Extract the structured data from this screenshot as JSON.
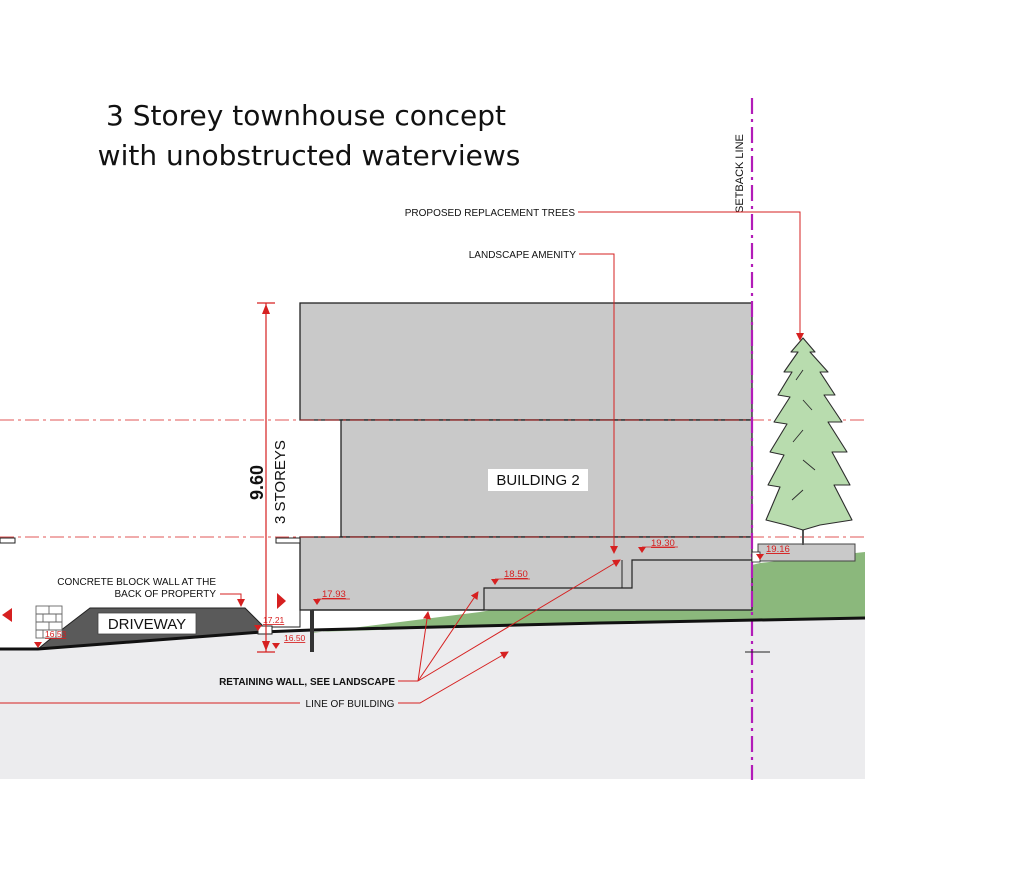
{
  "title": {
    "line1": "3 Storey townhouse concept",
    "line2": "with unobstructed waterviews"
  },
  "labels": {
    "setback_line": "SETBACK LINE",
    "proposed_trees": "PROPOSED REPLACEMENT TREES",
    "landscape_amenity": "LANDSCAPE AMENITY",
    "building": "BUILDING 2",
    "height_value": "9.60",
    "storeys": "3 STOREYS",
    "concrete_wall_1": "CONCRETE BLOCK WALL AT THE",
    "concrete_wall_2": "BACK OF PROPERTY",
    "driveway": "DRIVEWAY",
    "retaining_wall": "RETAINING WALL, SEE  LANDSCAPE",
    "line_of_building": "LINE OF BUILDING"
  },
  "elevations": {
    "e1930": "19.30",
    "e1916": "19.16",
    "e1850": "18.50",
    "e1793": "17.93",
    "e1721": "17.21",
    "e1650": "16.50",
    "e1653": "16.53"
  },
  "colors": {
    "building_fill": "#c9c9c9",
    "ground_fill": "#ececee",
    "grass_fill": "#8bb87c",
    "annotation": "#d62020",
    "setback": "#b21cb8",
    "driveway_fill": "#5a5a5a",
    "tree_fill": "#b8dcae"
  }
}
